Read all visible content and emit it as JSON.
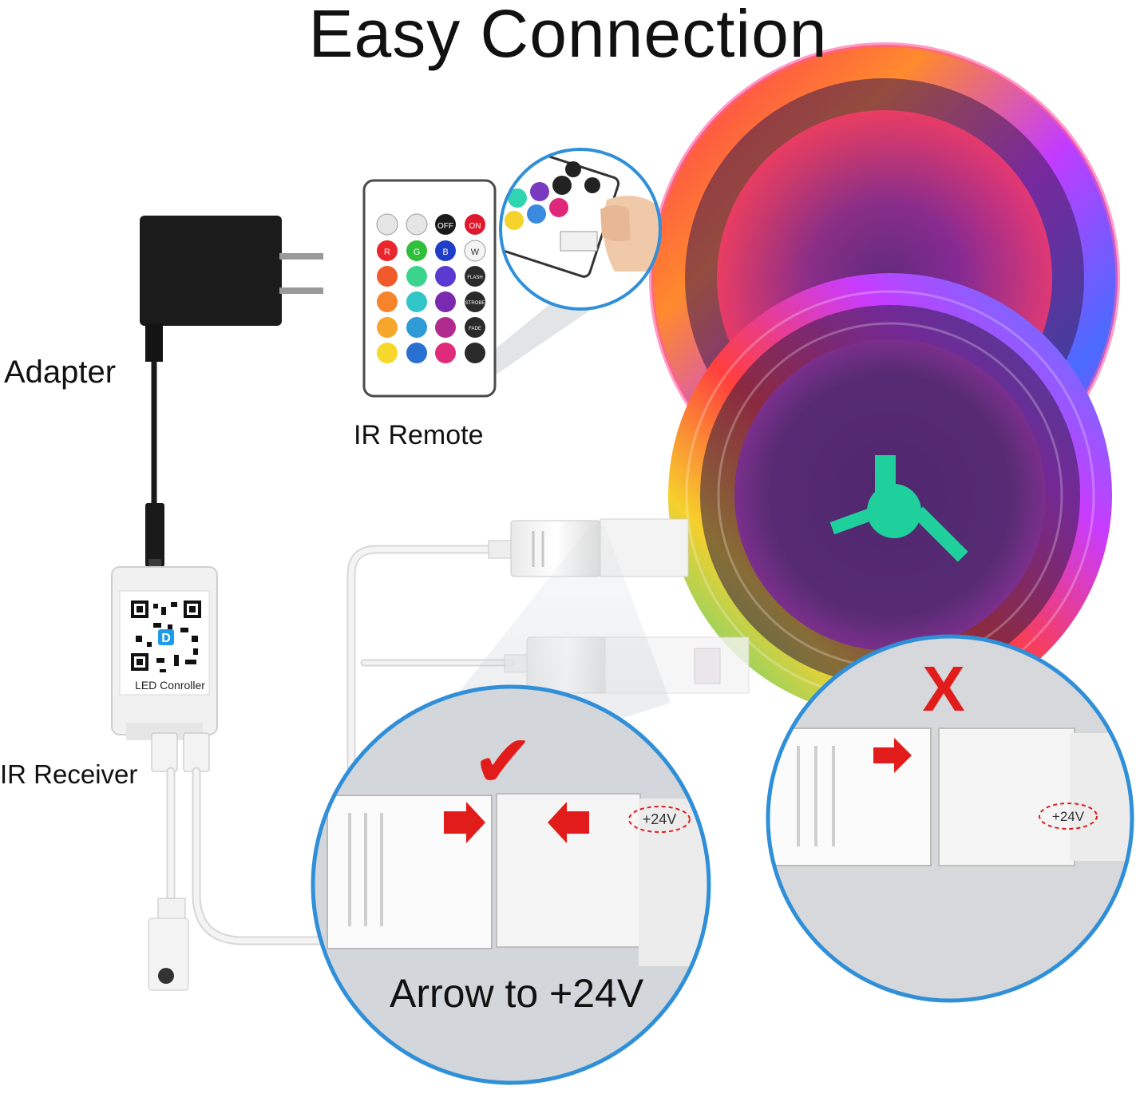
{
  "title": "Easy Connection",
  "labels": {
    "adapter": "Adapter",
    "ir_remote": "IR Remote",
    "ir_receiver": "IR Receiver",
    "arrow_note": "Arrow to +24V"
  },
  "controller": {
    "label": "LED Conroller",
    "logo_letter": "D"
  },
  "remote": {
    "top_row": [
      "OFF",
      "ON"
    ],
    "color_row": [
      "R",
      "G",
      "B",
      "W"
    ],
    "side_buttons": [
      "FLASH",
      "STROBE",
      "FADE"
    ]
  },
  "connector": {
    "voltage_mark": "+24V"
  },
  "marks": {
    "correct": "✔",
    "wrong": "X"
  },
  "colors": {
    "accent_blue": "#2f8fd8",
    "mark_red": "#e21b1b",
    "adapter_black": "#1b1b1b"
  }
}
